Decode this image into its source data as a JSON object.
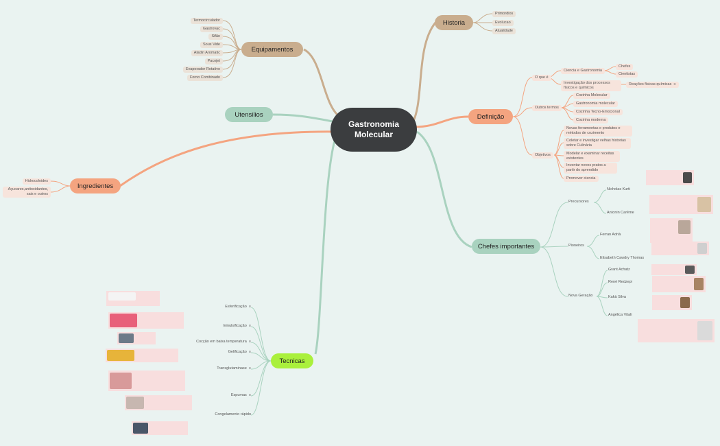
{
  "center": "Gastronomia Molecular",
  "colors": {
    "background": "#eaf3f1",
    "brown": "#c9ad8e",
    "orange": "#f4a480",
    "green": "#a9d2bf",
    "lime": "#aaf03c",
    "center": "#3b3d3f"
  },
  "historia": {
    "title": "Historia",
    "items": [
      "Primordios",
      "Evolucao",
      "Atualidade"
    ]
  },
  "equipamentos": {
    "title": "Equipamentos",
    "items": [
      "Termocirculador",
      "Gastrovac",
      "Sifão",
      "Sous Vide",
      "Aladin Aromatic",
      "Pacojet",
      "Evaporador Rotativo",
      "Forno Combinado"
    ]
  },
  "utensilios": {
    "title": "Utensilios"
  },
  "ingredientes": {
    "title": "Ingredientes",
    "items": [
      "Hidrocoloides",
      "Açucares,antioxidantes, sais e outros"
    ]
  },
  "definicao": {
    "title": "Definição",
    "oque": {
      "label": "O que é",
      "ciencia": "Ciencia e Gastronomia",
      "chefes": "Chefes",
      "cientistas": "Cientistas",
      "investigacao": "Investigação dos processos físicos e químicos",
      "reacoes": "Reações físicas químicas"
    },
    "outros": {
      "label": "Outros termos",
      "items": [
        "Cozinha Molecular",
        "Gastronomia molecular",
        "Cozinha Tecno-Emocional",
        "Cozinha moderna"
      ]
    },
    "objetivos": {
      "label": "Objetivos",
      "items": [
        "Novas ferramentas e produtos e métodos de cozimento",
        "Coletar e investigar velhas historias sobre Culinária",
        "Modelar e examinar receitas existentes",
        "Inventar novos pratos a partir do aprendido",
        "Promover ciencia"
      ]
    }
  },
  "chefes": {
    "title": "Chefes importantes",
    "precursores": {
      "label": "Precursores",
      "items": [
        "Nicholas Kurti",
        "Antonin Carême"
      ]
    },
    "pioneiros": {
      "label": "Pioneiros",
      "items": [
        "Ferran Adrià",
        "Elisabeth Cawdry Thomas"
      ]
    },
    "nova": {
      "label": "Nova Geração",
      "items": [
        "Grant Achatz",
        "René Redzepi",
        "Kakà Silva",
        "Angélica Vitali"
      ]
    }
  },
  "tecnicas": {
    "title": "Tecnicas",
    "items": [
      "Esferificação",
      "Emulsificação",
      "Cocção em baixa temperatura",
      "Gelificação",
      "Transglutaminase",
      "Espumas",
      "Congelamento rápido"
    ]
  }
}
